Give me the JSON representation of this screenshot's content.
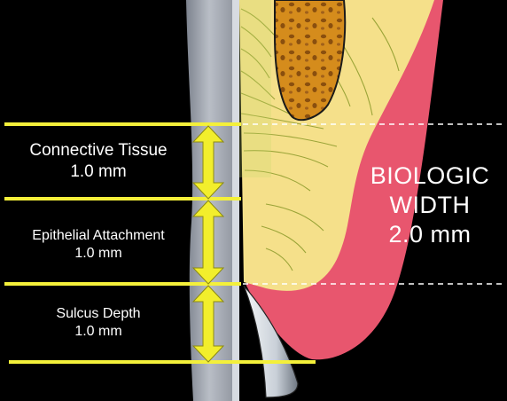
{
  "zones": [
    {
      "id": "connective-tissue",
      "name": "Connective Tissue",
      "measure": "1.0 mm"
    },
    {
      "id": "epithelial-attachment",
      "name": "Epithelial Attachment",
      "measure": "1.0 mm"
    },
    {
      "id": "sulcus-depth",
      "name": "Sulcus Depth",
      "measure": "1.0 mm"
    }
  ],
  "biologic_width": {
    "line1": "BIOLOGIC",
    "line2": "WIDTH",
    "line3": "2.0 mm"
  },
  "colors": {
    "background": "#000000",
    "measure_line": "#f4f03a",
    "arrow": "#f2ee2c",
    "tooth": "#9aa0ab",
    "connective_tissue": "#f5e08a",
    "gingiva_epithelium": "#e8566e",
    "bone": "#d08a1c",
    "fibers": "#8c9a2a"
  }
}
